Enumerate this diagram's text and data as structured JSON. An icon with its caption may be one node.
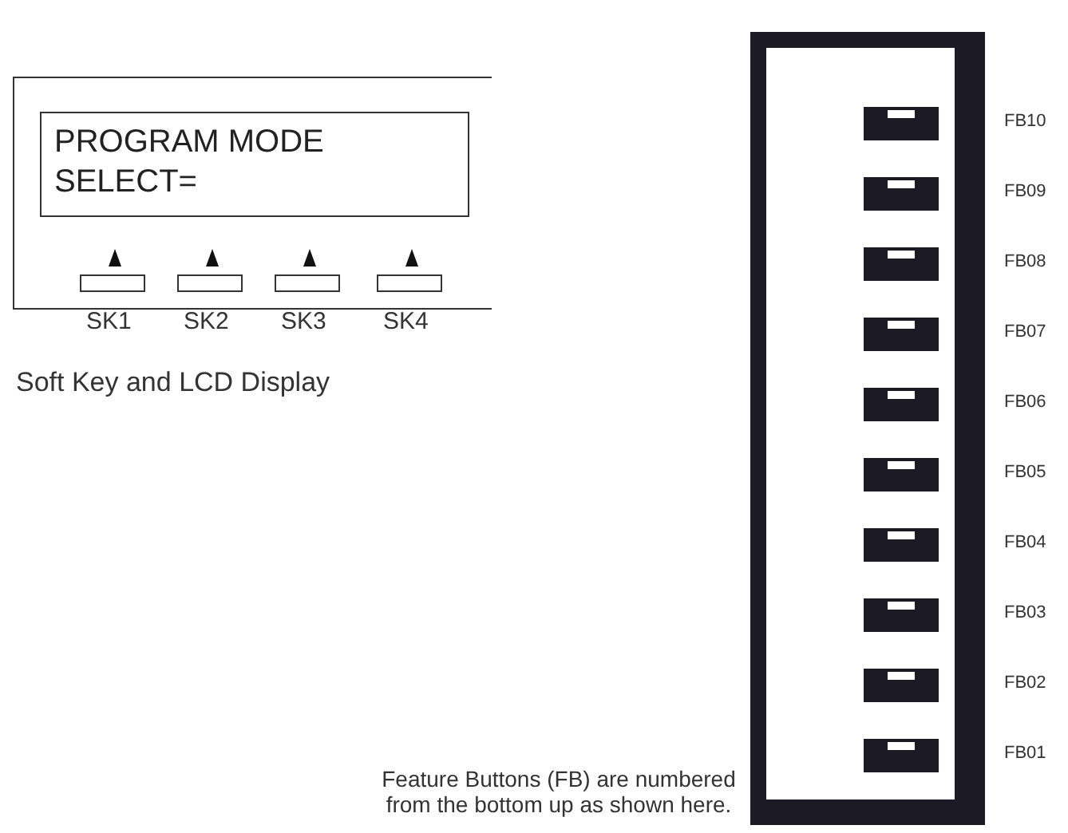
{
  "diagram": {
    "nodes": [
      {
        "text": [],
        "shape": "box"
      },
      {
        "text": [
          "PROGRAM MODE SELECT="
        ],
        "in": 0
      },
      {
        "text": [],
        "shape": "box",
        "in": 0,
        "beside": [
          "SK1"
        ]
      },
      {
        "text": [],
        "shape": "box",
        "in": 0,
        "beside": [
          "SK2"
        ]
      },
      {
        "text": [],
        "shape": "box",
        "in": 0,
        "beside": [
          "SK3"
        ]
      },
      {
        "text": [],
        "shape": "box",
        "in": 0,
        "beside": [
          "SK4"
        ]
      },
      {
        "text": [],
        "shape": "box"
      },
      {
        "text": [],
        "shape": "box",
        "in": 6,
        "beside": [
          "FB10"
        ]
      },
      {
        "text": [],
        "shape": "box",
        "in": 6,
        "beside": [
          "FB09"
        ]
      },
      {
        "text": [],
        "shape": "box",
        "in": 6,
        "beside": [
          "FB08"
        ]
      },
      {
        "text": [],
        "shape": "box",
        "in": 6,
        "beside": [
          "FB07"
        ]
      },
      {
        "text": [],
        "shape": "box",
        "in": 6,
        "beside": [
          "FB06"
        ]
      },
      {
        "text": [],
        "shape": "box",
        "in": 6,
        "beside": [
          "FB05"
        ]
      },
      {
        "text": [],
        "shape": "box",
        "in": 6,
        "beside": [
          "FB04"
        ]
      },
      {
        "text": [],
        "shape": "box",
        "in": 6,
        "beside": [
          "FB03"
        ]
      },
      {
        "text": [],
        "shape": "box",
        "in": 6,
        "beside": [
          "FB02"
        ]
      },
      {
        "text": [],
        "shape": "box",
        "in": 6,
        "beside": [
          "FB01"
        ]
      }
    ],
    "labels": [
      "Soft Key and LCD Display",
      "Feature Buttons (FB) are numbered from the bottom up as shown here."
    ]
  }
}
